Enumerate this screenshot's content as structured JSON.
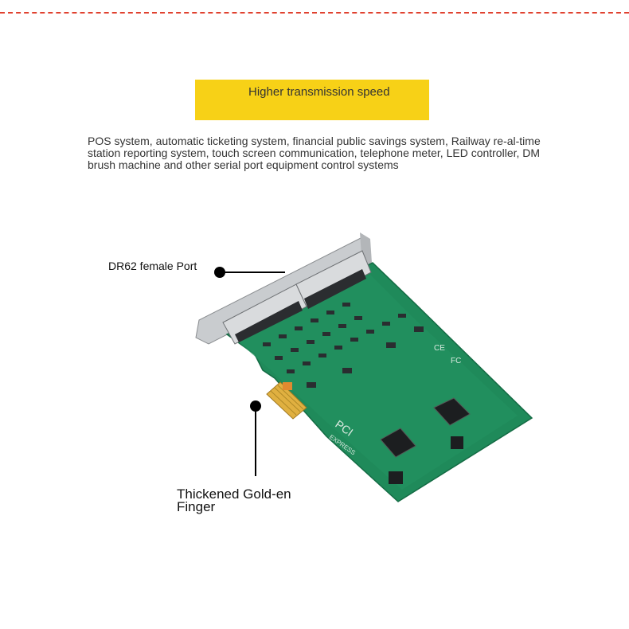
{
  "banner": {
    "text": "Higher transmission speed",
    "color": "#f7d117"
  },
  "description": "POS system, automatic ticketing system, financial public savings system, Railway re-al-time station reporting system, touch screen communication, telephone meter, LED controller, DM brush machine and other serial port equipment control systems",
  "callouts": {
    "port_label": "DR62 female Port",
    "finger_label": "Thickened Gold-en Finger"
  },
  "card": {
    "board_color": "#1f8a5a",
    "logo_text": "PCI",
    "logo_sub": "EXPRESS",
    "marks": [
      "CE",
      "FC"
    ],
    "icons": [
      "pcie-card-image"
    ]
  },
  "accent_color": "#e0412f"
}
